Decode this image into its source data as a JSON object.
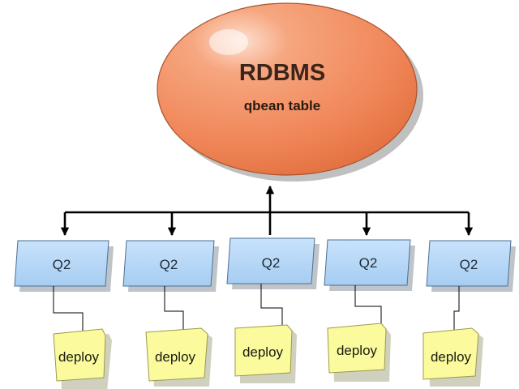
{
  "database": {
    "title": "RDBMS",
    "subtitle": "qbean table"
  },
  "colors": {
    "ellipse": "#f28b63",
    "ellipse_stroke": "#a8532f",
    "node_fill": "#b7d8f6",
    "node_stroke": "#4d6f92",
    "doc_fill": "#fbfb9d",
    "doc_stroke": "#9a9a4c",
    "line": "#000000"
  },
  "nodes": [
    {
      "label": "Q2",
      "deploy_label": "deploy"
    },
    {
      "label": "Q2",
      "deploy_label": "deploy"
    },
    {
      "label": "Q2",
      "deploy_label": "deploy"
    },
    {
      "label": "Q2",
      "deploy_label": "deploy"
    },
    {
      "label": "Q2",
      "deploy_label": "deploy"
    }
  ]
}
